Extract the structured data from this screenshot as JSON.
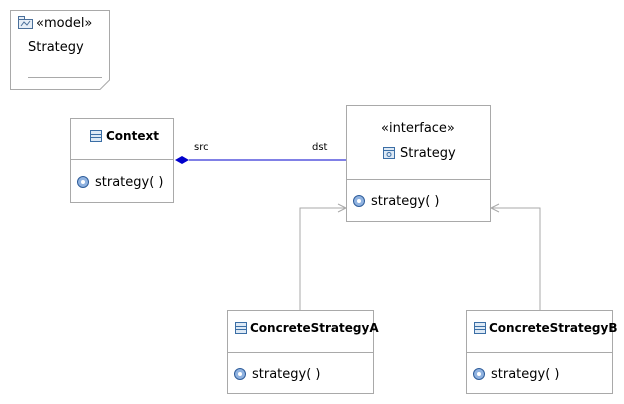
{
  "model": {
    "stereotype": "«model»",
    "name": "Strategy"
  },
  "context": {
    "name": "Context",
    "operation": "strategy(  )"
  },
  "interface": {
    "stereotype": "«interface»",
    "name": "Strategy",
    "operation": "strategy(  )"
  },
  "concrete_a": {
    "name": "ConcreteStrategyA",
    "operation": "strategy(  )"
  },
  "concrete_b": {
    "name": "ConcreteStrategyB",
    "operation": "strategy(  )"
  },
  "association": {
    "src_role": "src",
    "dst_role": "dst"
  },
  "colors": {
    "association_line": "#0000cc",
    "generalization_line": "#a9a9a9",
    "border": "#a9a9a9"
  },
  "icons": {
    "model": "model-package-icon",
    "class": "class-icon",
    "interface": "interface-icon",
    "operation": "operation-icon"
  }
}
